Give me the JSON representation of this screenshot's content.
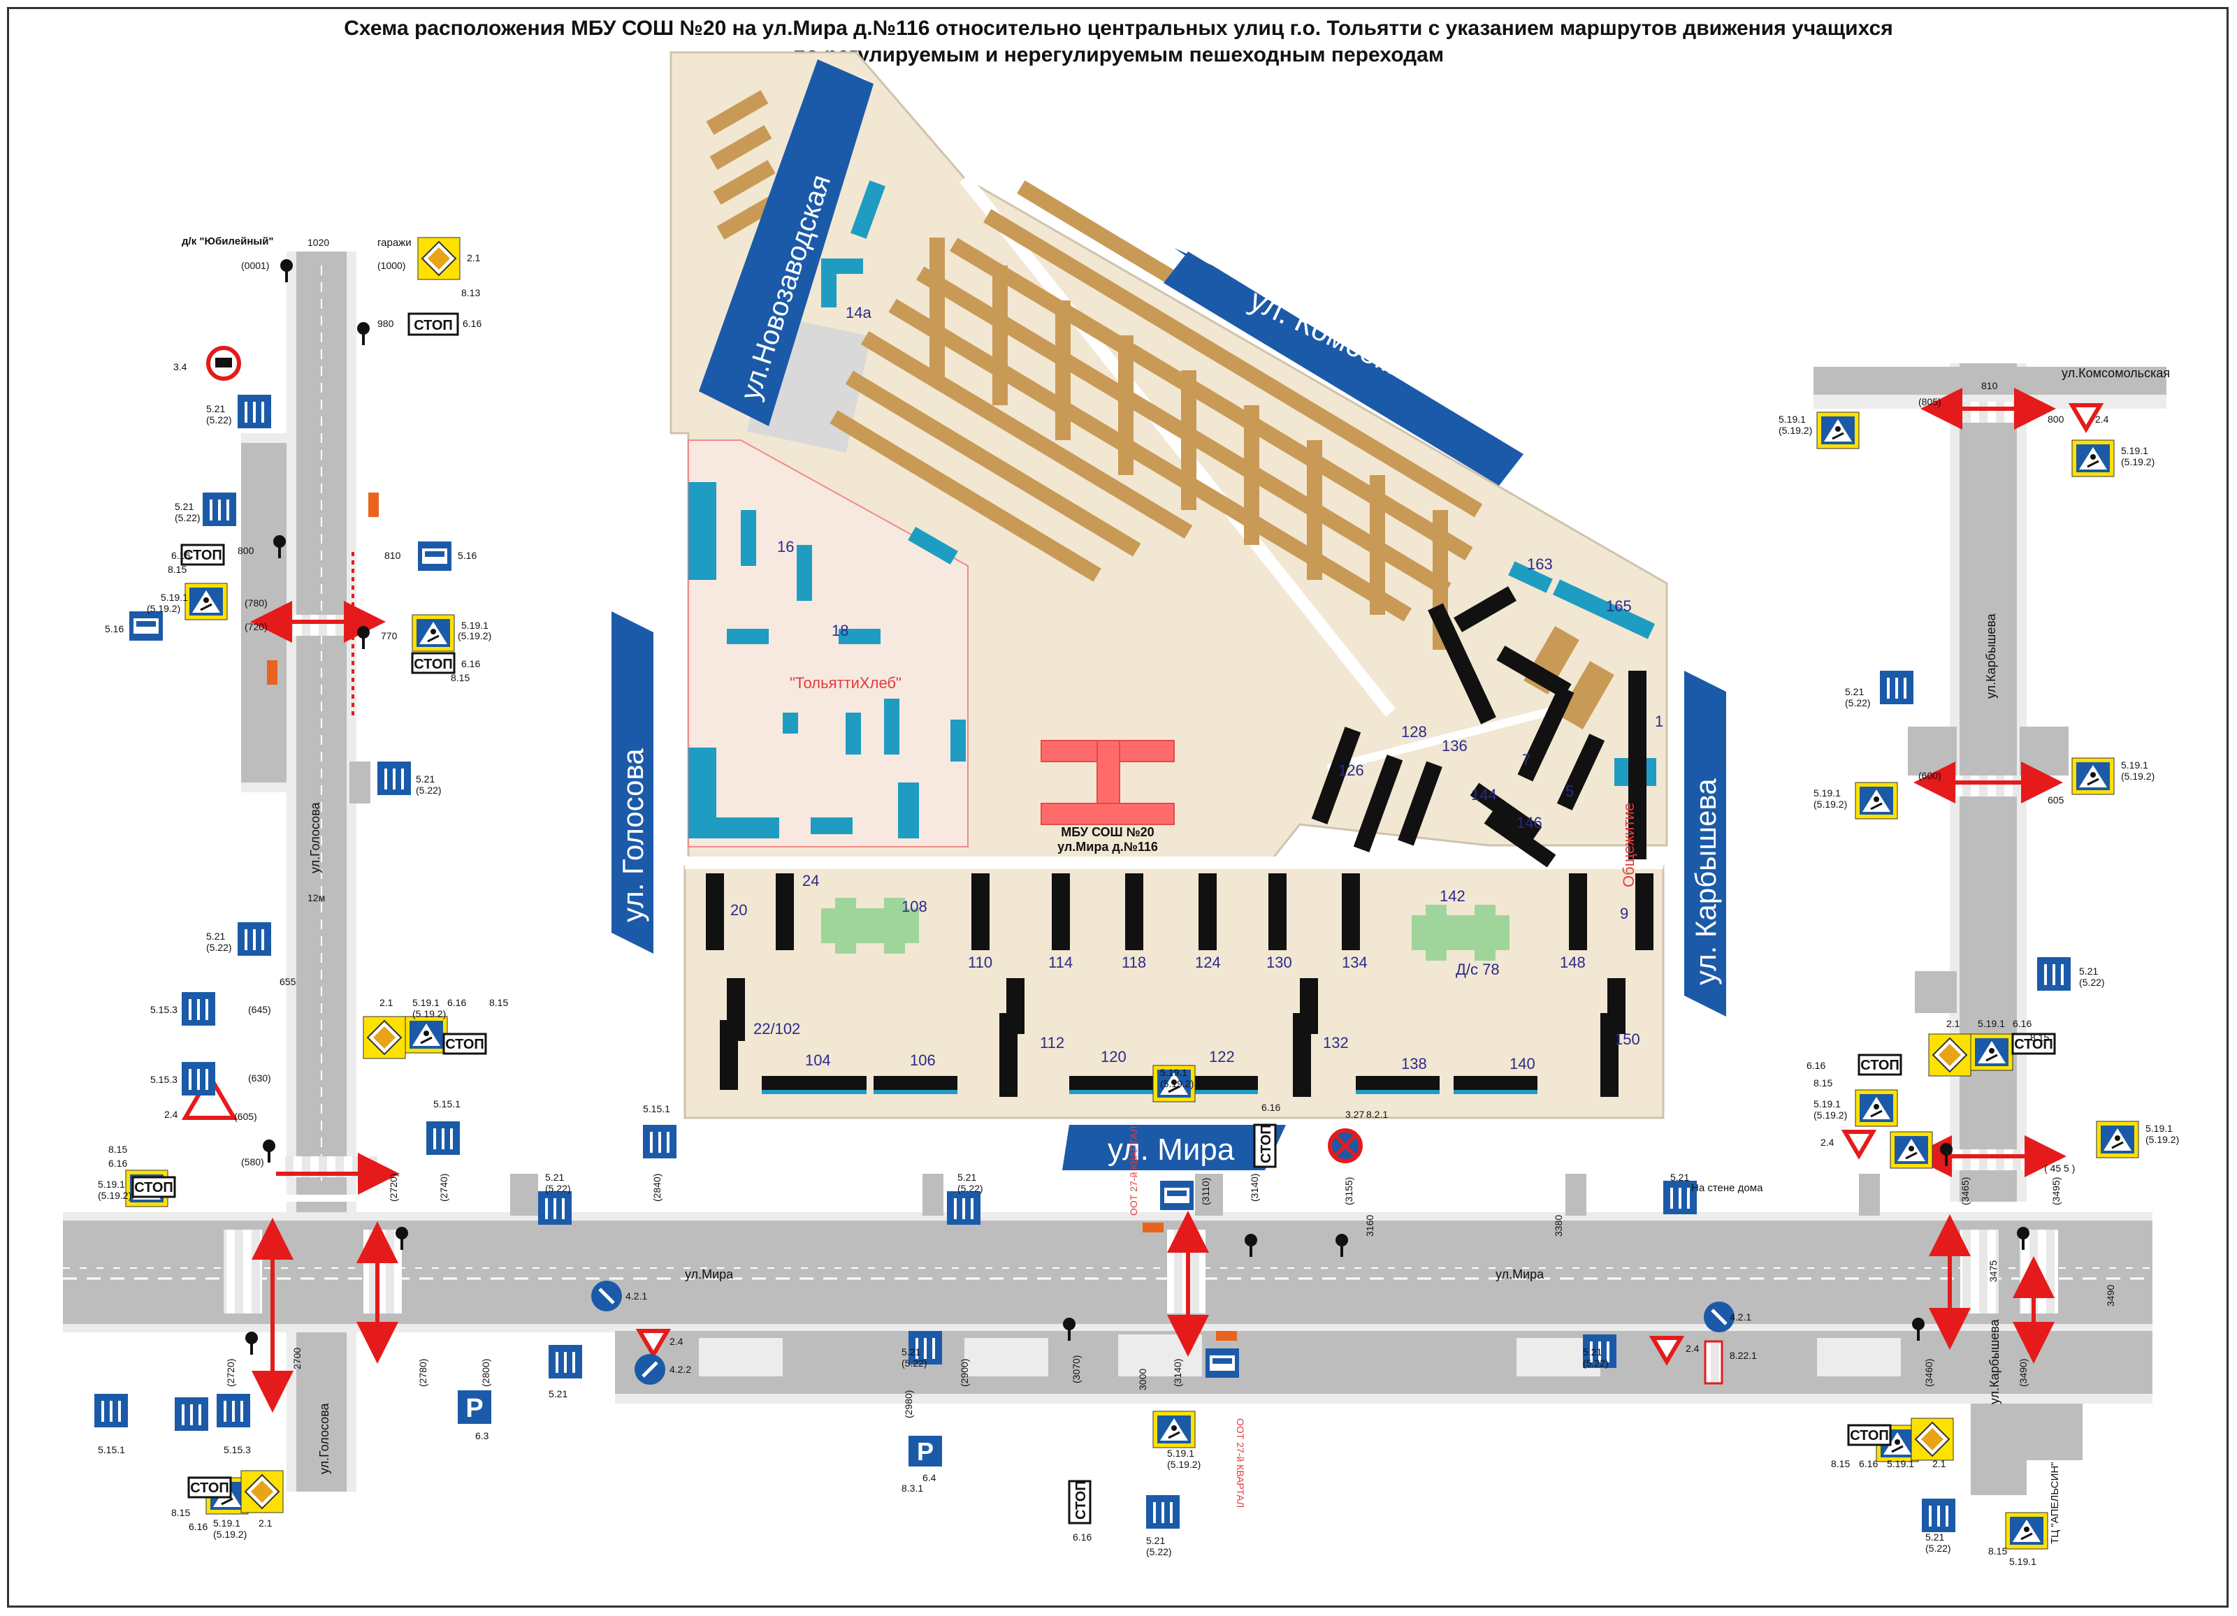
{
  "title": {
    "line1": "Схема расположения МБУ СОШ №20 на ул.Мира д.№116 относительно центральных улиц г.о. Тольятти с указанием маршрутов движения учащихся",
    "line2": "по регулируемым и нерегулируемым пешеходным переходам"
  },
  "streets": {
    "novozavodskaya": "ул.Новозаводская",
    "komsomolskaya": "ул. Комсомольская",
    "golosova": "ул. Голосова",
    "karbysheva": "ул. Карбышева",
    "mira": "ул.  Мира",
    "golosova_small": "ул.Голосова",
    "karbysheva_small": "ул.Карбышева",
    "komsomolskaya_small": "ул.Комсомольская",
    "mira_small_left": "ул.Мира",
    "mira_small_right": "ул.Мира",
    "golosova_bottom": "ул.Голосова",
    "karbysheva_bottom": "ул.Карбышева"
  },
  "school": {
    "name": "МБУ СОШ №20",
    "address": "ул.Мира д.№116"
  },
  "places": {
    "tolyattikhleb": "\"ТольяттиХлеб\"",
    "obshchezhitie": "Общежитие",
    "kindergarten": "Д/с 78",
    "dk": "д/к \"Юбилейный\"",
    "garages": "гаражи",
    "tc": "ТЦ \"АПЕЛЬСИН\"",
    "na_stene": "На стене дома"
  },
  "buildings": [
    {
      "n": "14а"
    },
    {
      "n": "16"
    },
    {
      "n": "18"
    },
    {
      "n": "163"
    },
    {
      "n": "165"
    },
    {
      "n": "128"
    },
    {
      "n": "136"
    },
    {
      "n": "126"
    },
    {
      "n": "7"
    },
    {
      "n": "5"
    },
    {
      "n": "1"
    },
    {
      "n": "144"
    },
    {
      "n": "146"
    },
    {
      "n": "20"
    },
    {
      "n": "24"
    },
    {
      "n": "108"
    },
    {
      "n": "110"
    },
    {
      "n": "114"
    },
    {
      "n": "118"
    },
    {
      "n": "124"
    },
    {
      "n": "130"
    },
    {
      "n": "134"
    },
    {
      "n": "142"
    },
    {
      "n": "148"
    },
    {
      "n": "9"
    },
    {
      "n": "22/102"
    },
    {
      "n": "104"
    },
    {
      "n": "106"
    },
    {
      "n": "112"
    },
    {
      "n": "120"
    },
    {
      "n": "122"
    },
    {
      "n": "132"
    },
    {
      "n": "138"
    },
    {
      "n": "140"
    },
    {
      "n": "150"
    }
  ],
  "signs": {
    "stop": "СТОП",
    "parking": "P",
    "s21": "2.1",
    "s24": "2.4",
    "s34": "3.4",
    "s327": "3.27",
    "s5161": "5.19.1",
    "s5192": "(5.19.2)",
    "s521": "5.21",
    "s522": "(5.22)",
    "s616": "6.16",
    "s815": "8.15",
    "s516": "5.16",
    "s813": "8.13",
    "s5151": "5.15.1",
    "s5153": "5.15.3",
    "s421": "4.2.1",
    "s422": "4.2.2",
    "s6_3": "6.3",
    "s6_4": "6.4",
    "s831": "8.3.1",
    "s8221": "8.22.1",
    "s821": "8.2.1",
    "oot": "ООТ 27-й КВАРТАЛ"
  },
  "distances": {
    "d1020": "1020",
    "d1000": "(1000)",
    "d0001": "(0001)",
    "d980": "980",
    "d810": "810",
    "d800": "800",
    "d780": "(780)",
    "d770": "770",
    "d720": "(720)",
    "d655": "655",
    "d645": "(645)",
    "d630": "(630)",
    "d605": "(605)",
    "d580": "(580)",
    "d2720": "(2720)",
    "d2740": "(2740)",
    "d2840": "(2840)",
    "d3110": "(3110)",
    "d3140": "(3140)",
    "d3155": "(3155)",
    "d3160": "3160",
    "d3380": "3380",
    "d3465": "(3465)",
    "d3495": "(3495)",
    "d455": "( 45 5 )",
    "d605r": "605",
    "d600r": "(600)",
    "d805": "(805)",
    "d810r": "810",
    "d800r": "800",
    "d12m": "12м",
    "d2700": "2700",
    "d2720b": "(2720)",
    "d2780": "(2780)",
    "d2800": "(2800)",
    "d2900": "(2900)",
    "d2980": "(2980)",
    "d3000": "3000",
    "d3070": "(3070)",
    "d3140b": "(3140)",
    "d3460": "(3460)",
    "d3475": "3475",
    "d3490": "(3490)",
    "d3490b": "3490"
  }
}
